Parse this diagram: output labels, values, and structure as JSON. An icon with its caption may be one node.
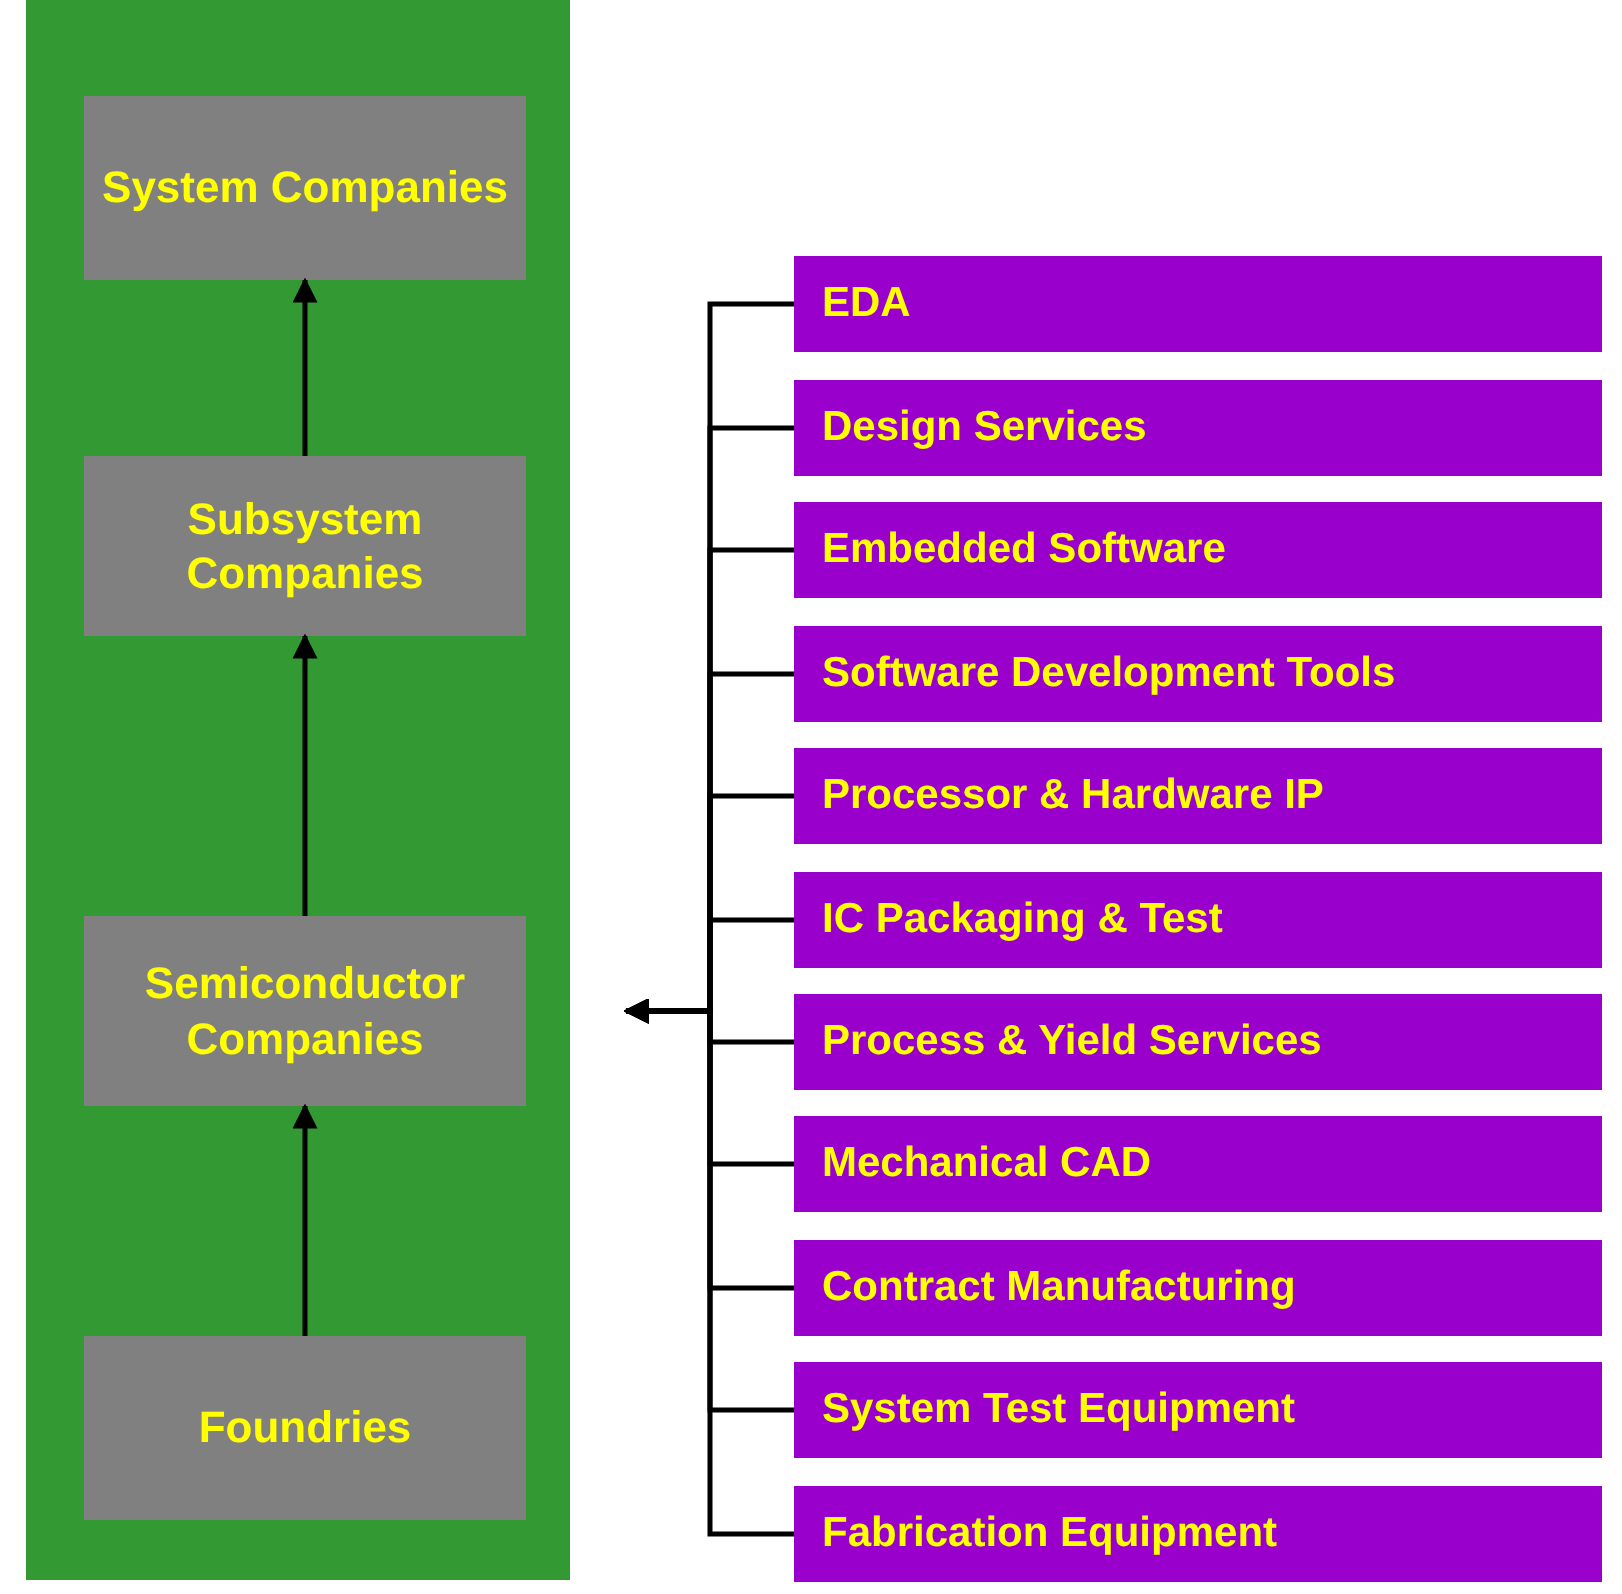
{
  "diagram": {
    "nodes": [
      {
        "text": [],
        "shape": "box"
      },
      {
        "text": [
          "System Companies"
        ],
        "in": 0
      },
      {
        "text": [
          "Subsystem Companies"
        ],
        "in": 0
      },
      {
        "text": [
          "Semiconductor Companies"
        ],
        "in": 0
      },
      {
        "text": [
          "Foundries"
        ],
        "in": 0
      },
      {
        "text": [
          "EDA"
        ]
      },
      {
        "text": [
          "Design Services"
        ]
      },
      {
        "text": [
          "Embedded Software"
        ]
      },
      {
        "text": [
          "Software Development Tools"
        ]
      },
      {
        "text": [
          "Processor & Hardware IP"
        ]
      },
      {
        "text": [
          "IC Packaging & Test"
        ]
      },
      {
        "text": [
          "Process & Yield Services"
        ]
      },
      {
        "text": [
          "Mechanical CAD"
        ]
      },
      {
        "text": [
          "Contract Manufacturing"
        ]
      },
      {
        "text": [
          "System Test Equipment"
        ]
      },
      {
        "text": [
          "Fabrication Equipment"
        ]
      }
    ],
    "edges": [
      {
        "from": 4,
        "to": 3,
        "arrow": "to"
      },
      {
        "from": 3,
        "to": 2,
        "arrow": "to"
      },
      {
        "from": 2,
        "to": 1,
        "arrow": "to"
      },
      {
        "from": 5,
        "to": 0,
        "arrow": "to"
      },
      {
        "from": 6,
        "to": 0,
        "arrow": "to"
      },
      {
        "from": 7,
        "to": 0,
        "arrow": "to"
      },
      {
        "from": 8,
        "to": 0,
        "arrow": "to"
      },
      {
        "from": 9,
        "to": 0,
        "arrow": "to"
      },
      {
        "from": 10,
        "to": 0,
        "arrow": "to"
      },
      {
        "from": 11,
        "to": 0,
        "arrow": "to"
      },
      {
        "from": 12,
        "to": 0,
        "arrow": "to"
      },
      {
        "from": 13,
        "to": 0,
        "arrow": "to"
      },
      {
        "from": 14,
        "to": 0,
        "arrow": "to"
      },
      {
        "from": 15,
        "to": 0,
        "arrow": "to"
      }
    ]
  }
}
